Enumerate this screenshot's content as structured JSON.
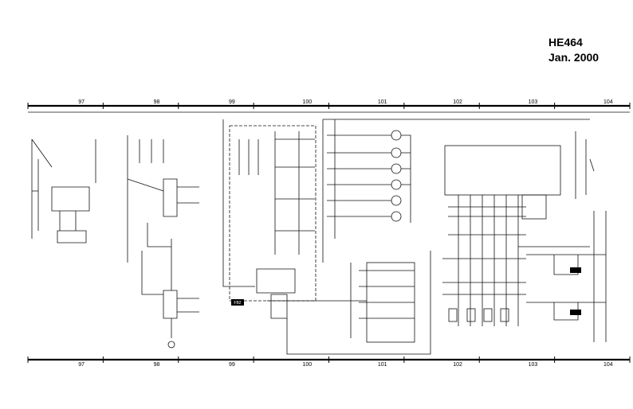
{
  "header": {
    "doc_id": "HE464",
    "date": "Jan. 2000"
  },
  "ruler": {
    "columns": [
      "97",
      "98",
      "99",
      "100",
      "101",
      "102",
      "103",
      "104"
    ]
  },
  "labels": {
    "fuse_block_tag": "FB2"
  }
}
